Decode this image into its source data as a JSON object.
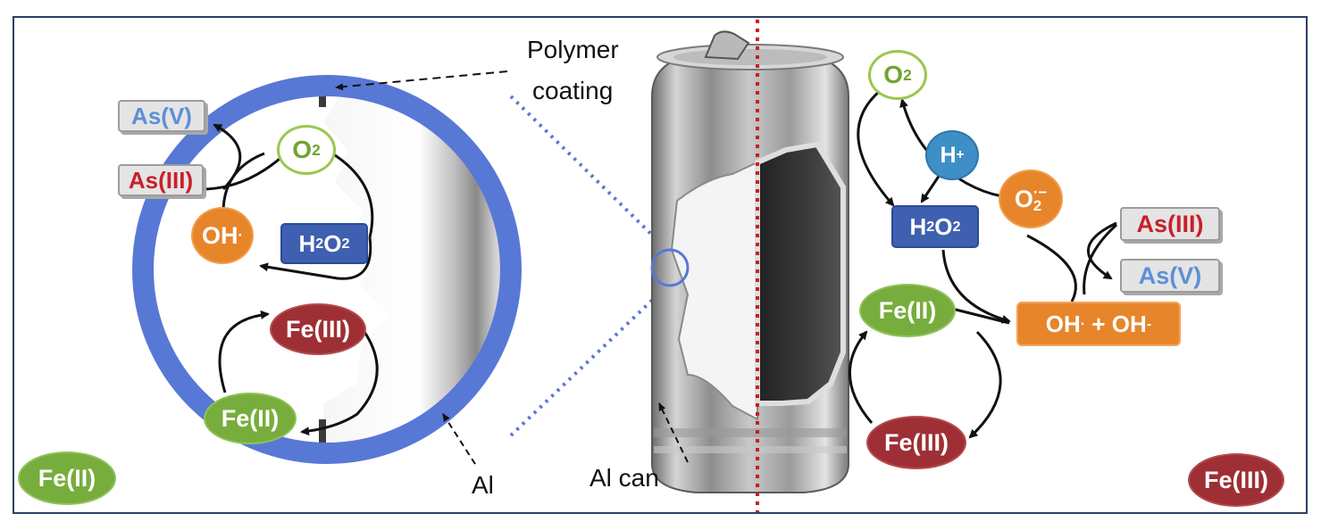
{
  "labels": {
    "polymer_line1": "Polymer",
    "polymer_line2": "coating",
    "al": "Al",
    "al_can": "Al can"
  },
  "left_panel": {
    "as_v": "As(V)",
    "as_iii": "As(III)",
    "o2": "O",
    "o2_sub": "2",
    "oh_radical": "OH",
    "oh_radical_sup": "·",
    "h2o2_h1": "H",
    "h2o2_s1": "2",
    "h2o2_o": "O",
    "h2o2_s2": "2",
    "fe_iii": "Fe(III)",
    "fe_ii": "Fe(II)",
    "fe_ii_corner": "Fe(II)"
  },
  "right_panel": {
    "o2": "O",
    "o2_sub": "2",
    "h_plus": "H",
    "h_plus_sup": "+",
    "superoxide": "O",
    "superoxide_sup": "·−",
    "superoxide_sub": "2",
    "h2o2_h1": "H",
    "h2o2_s1": "2",
    "h2o2_o": "O",
    "h2o2_s2": "2",
    "as_iii": "As(III)",
    "as_v": "As(V)",
    "fe_ii": "Fe(II)",
    "oh_mix": "OH",
    "oh_mix_sup1": "·",
    "oh_mix_plus": " + OH",
    "oh_mix_sup2": "-",
    "fe_iii": "Fe(III)",
    "fe_iii_corner": "Fe(III)"
  },
  "colors": {
    "ring_blue": "#5878d6",
    "fe_ii_green": "#77ad3c",
    "fe_iii_red": "#9e2f35",
    "oh_orange": "#e7852a",
    "h2o2_blue": "#3f5fb0",
    "h_plus_teal": "#3e8fc6",
    "as_iii_red": "#c9202a",
    "as_v_blue": "#5d8fd8",
    "divider_red": "#c81e1e"
  }
}
